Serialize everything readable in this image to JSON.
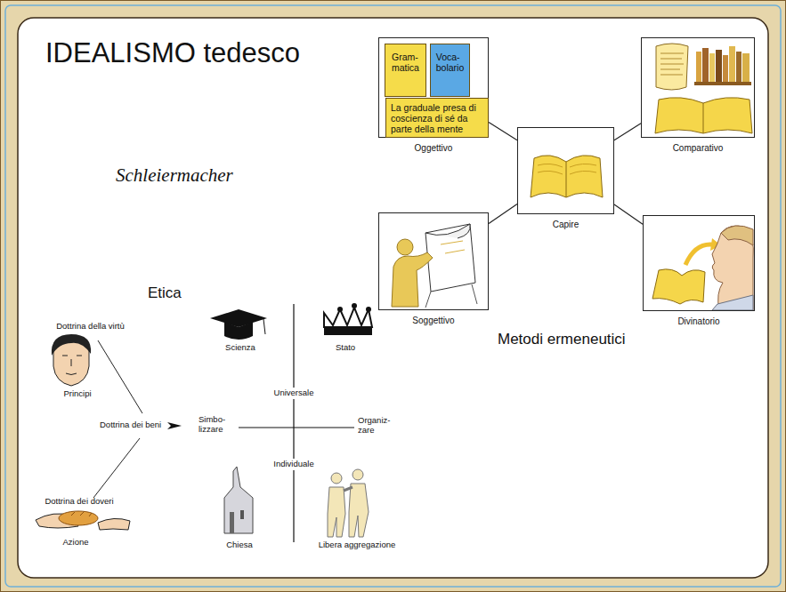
{
  "diagram": {
    "title": "IDEALISMO tedesco",
    "nodes": [
      {
        "text": [
          "Oggettivo"
        ]
      },
      {
        "text": [
          "Gram- matica"
        ],
        "in": 0
      },
      {
        "text": [
          "Voca- bolario"
        ],
        "in": 0
      },
      {
        "text": [
          "La graduale presa di coscienza di sé da parte della mente"
        ],
        "in": 0
      },
      {
        "text": [
          "Comparativo"
        ]
      },
      {
        "text": [
          "Capire"
        ]
      },
      {
        "text": [
          "Soggettivo"
        ]
      },
      {
        "text": [
          "Divinatorio"
        ]
      }
    ],
    "edges": [
      {
        "from": 5,
        "to": 0,
        "arrow": "none"
      },
      {
        "from": 5,
        "to": 4,
        "arrow": "none"
      },
      {
        "from": 5,
        "to": 6,
        "arrow": "none"
      },
      {
        "from": 5,
        "to": 7,
        "arrow": "none"
      }
    ],
    "labels": [
      "Schleiermacher",
      "Metodi ermeneutici",
      "Etica",
      "Dottrina della virtù",
      "Principi",
      "Dottrina dei beni",
      "Dottrina dei doveri",
      "Azione",
      "Scienza",
      "Stato",
      "Universale",
      "Simbo- lizzare",
      "Organiz- zare",
      "Individuale",
      "Chiesa",
      "Libera aggregazione"
    ]
  }
}
